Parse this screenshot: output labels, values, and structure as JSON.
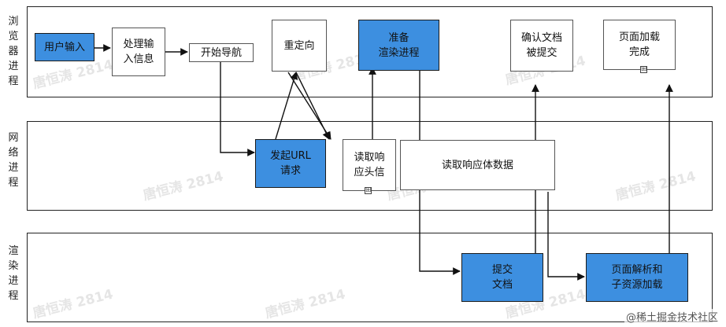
{
  "lanes": {
    "browser": "浏览器进程",
    "network": "网络进程",
    "renderer": "渲染进程"
  },
  "nodes": {
    "user_input": "用户输入",
    "process_input": "处理输\n入信息",
    "start_navigation": "开始导航",
    "redirect": "重定向",
    "prepare_renderer": "准备\n渲染进程",
    "confirm_document": "确认文档\n被提交",
    "page_load_complete": "页面加载\n完成",
    "send_url_request": "发起URL\n请求",
    "read_response_headers": "读取响\n应头信",
    "read_response_body": "读取响应体数据",
    "commit_document": "提交\n文档",
    "parse_and_load": "页面解析和\n子资源加载"
  },
  "expand_marker": "⊞",
  "watermark": "唐恒涛 2814",
  "credit": "@稀土掘金技术社区",
  "colors": {
    "blue_node": "#3d8fe0",
    "border": "#222222",
    "arrow": "#111111"
  }
}
